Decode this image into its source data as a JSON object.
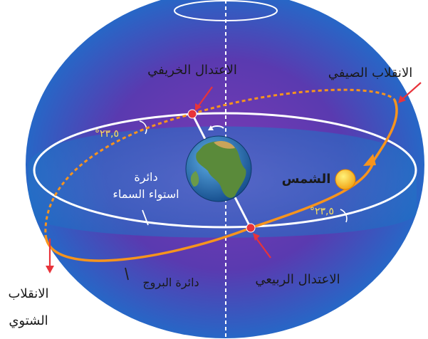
{
  "labels": {
    "autumnal_equinox": "الاعتدال الخريفي",
    "summer_solstice": "الانقلاب الصيفي",
    "winter_solstice_line1": "الانقلاب",
    "winter_solstice_line2": "الشتوي",
    "vernal_equinox": "الاعتدال الربيعي",
    "ecliptic_circle": "دائرة البروج",
    "sun": "الشمس",
    "celestial_equator_line1": "دائرة",
    "celestial_equator_line2": "استواء السماء",
    "angle_top": "°٢٣,٥",
    "angle_bottom": "°٢٣,٥"
  },
  "colors": {
    "sphere_center": "#8a3fb0",
    "sphere_edge": "#1f6ec8",
    "equator_band": "#2a86d0",
    "ecliptic": "#f7941d",
    "arrow": "#e8333a",
    "equinox_dot": "#e8333a",
    "sun": "#f5c21b",
    "angle_text": "#ffe25a"
  }
}
